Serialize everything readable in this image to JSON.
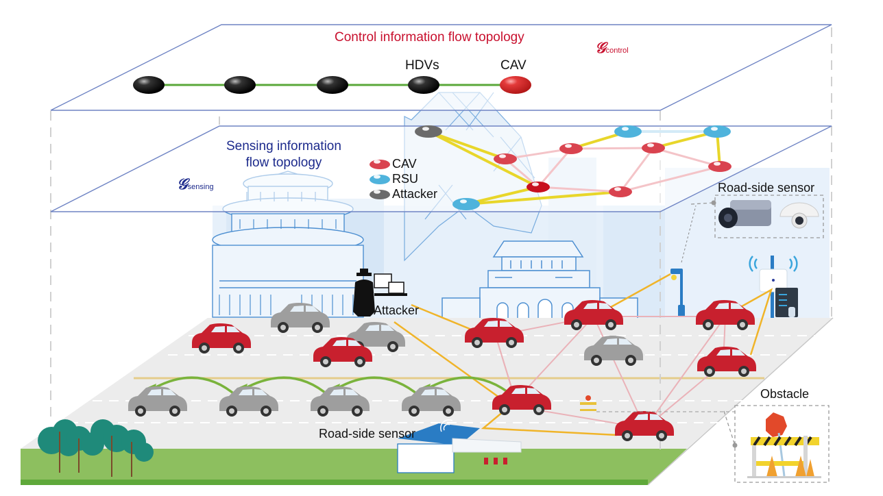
{
  "control_layer": {
    "title": "Control information flow topology",
    "graph_symbol": "𝒢",
    "graph_subscript": "control",
    "label_hdvs": "HDVs",
    "label_cav": "CAV",
    "nodes": [
      {
        "id": "hdv1",
        "type": "HDV"
      },
      {
        "id": "hdv2",
        "type": "HDV"
      },
      {
        "id": "hdv3",
        "type": "HDV"
      },
      {
        "id": "hdv4",
        "type": "HDV"
      },
      {
        "id": "cav1",
        "type": "CAV"
      }
    ],
    "edges": [
      [
        "hdv1",
        "hdv2"
      ],
      [
        "hdv2",
        "hdv3"
      ],
      [
        "hdv3",
        "hdv4"
      ],
      [
        "hdv4",
        "cav1"
      ]
    ]
  },
  "sensing_layer": {
    "title_line1": "Sensing information",
    "title_line2": "flow topology",
    "graph_symbol": "𝒢",
    "graph_subscript": "sensing",
    "legend": [
      {
        "label": "CAV",
        "color": "#d9434f"
      },
      {
        "label": "RSU",
        "color": "#4fb3dc"
      },
      {
        "label": "Attacker",
        "color": "#6b6b6b"
      }
    ],
    "nodes": [
      {
        "id": "att",
        "type": "Attacker"
      },
      {
        "id": "c1",
        "type": "CAV"
      },
      {
        "id": "c2",
        "type": "CAV"
      },
      {
        "id": "c3",
        "type": "CAV"
      },
      {
        "id": "c4",
        "type": "CAV"
      },
      {
        "id": "c5",
        "type": "CAV"
      },
      {
        "id": "c6",
        "type": "CAV"
      },
      {
        "id": "r1",
        "type": "RSU"
      },
      {
        "id": "r2",
        "type": "RSU"
      },
      {
        "id": "r3",
        "type": "RSU"
      }
    ],
    "edges": [
      {
        "from": "att",
        "to": "c1",
        "kind": "attack"
      },
      {
        "from": "att",
        "to": "c3",
        "kind": "attack"
      },
      {
        "from": "r3",
        "to": "c3",
        "kind": "rsu"
      },
      {
        "from": "r3",
        "to": "c5",
        "kind": "rsu"
      },
      {
        "from": "c2",
        "to": "r1",
        "kind": "rsu"
      },
      {
        "from": "c4",
        "to": "r2",
        "kind": "rsu"
      },
      {
        "from": "r2",
        "to": "c6",
        "kind": "rsu"
      },
      {
        "from": "c1",
        "to": "c2",
        "kind": "v2v"
      },
      {
        "from": "c1",
        "to": "c3",
        "kind": "v2v"
      },
      {
        "from": "c2",
        "to": "c3",
        "kind": "v2v"
      },
      {
        "from": "c2",
        "to": "c4",
        "kind": "v2v"
      },
      {
        "from": "c3",
        "to": "c5",
        "kind": "v2v"
      },
      {
        "from": "c4",
        "to": "c5",
        "kind": "v2v"
      },
      {
        "from": "c4",
        "to": "c6",
        "kind": "v2v"
      },
      {
        "from": "c5",
        "to": "c6",
        "kind": "v2v"
      },
      {
        "from": "r1",
        "to": "r2",
        "kind": "faint"
      }
    ]
  },
  "scene": {
    "label_roadside_sensor_top": "Road-side sensor",
    "label_roadside_sensor_bottom": "Road-side sensor",
    "label_attacker": "Attacker",
    "label_obstacle": "Obstacle"
  },
  "colors": {
    "plane_edge": "#6f84c4",
    "control_edge": "#5aa83a",
    "attack_edge": "#e8d62a",
    "rsu_edge": "#e8d62a",
    "v2v_edge": "#f4c4c8",
    "road_link": "#f0b429",
    "road_v2v": "#e8a0a8",
    "cav": "#c8202e",
    "hdv": "#9e9e9e",
    "grass": "#8dc063",
    "road": "#ededed",
    "city": "#dcebf8",
    "city_line": "#4d8fd1",
    "rsu_blue": "#2a7cc4",
    "tree": "#1f8a7a",
    "obstacle_sign": "#e2492a"
  }
}
